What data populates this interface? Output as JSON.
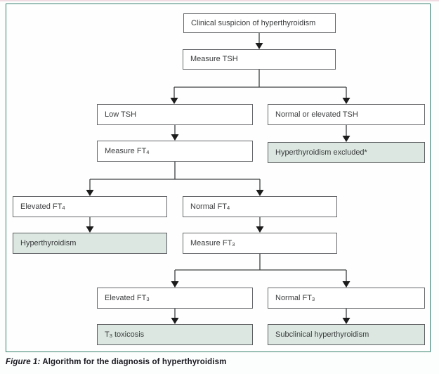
{
  "figure": {
    "caption_label": "Figure 1:",
    "caption_text": " Algorithm for the diagnosis of hyperthyroidism"
  },
  "colors": {
    "panel_border": "#35806c",
    "box_border": "#66676a",
    "shaded_fill": "#dbe7e0",
    "arrow": "#2a2a2a",
    "text": "#3b3c3e",
    "top_strip": "#efdbe1"
  },
  "nodes": [
    {
      "id": "clinical-suspicion",
      "pre": "Clinical suspicion of hyperthyroidism",
      "sub": "",
      "post": "",
      "shaded": false
    },
    {
      "id": "measure-tsh",
      "pre": "Measure TSH",
      "sub": "",
      "post": "",
      "shaded": false
    },
    {
      "id": "low-tsh",
      "pre": "Low TSH",
      "sub": "",
      "post": "",
      "shaded": false
    },
    {
      "id": "normal-elevated-tsh",
      "pre": "Normal or elevated TSH",
      "sub": "",
      "post": "",
      "shaded": false
    },
    {
      "id": "measure-ft4",
      "pre": "Measure FT",
      "sub": "4",
      "post": "",
      "shaded": false
    },
    {
      "id": "hyperthyroidism-excluded",
      "pre": "Hyperthyroidism excluded*",
      "sub": "",
      "post": "",
      "shaded": true
    },
    {
      "id": "elevated-ft4",
      "pre": "Elevated FT",
      "sub": "4",
      "post": "",
      "shaded": false
    },
    {
      "id": "normal-ft4",
      "pre": "Normal FT",
      "sub": "4",
      "post": "",
      "shaded": false
    },
    {
      "id": "hyperthyroidism",
      "pre": "Hyperthyroidism",
      "sub": "",
      "post": "",
      "shaded": true
    },
    {
      "id": "measure-ft3",
      "pre": "Measure FT",
      "sub": "3",
      "post": "",
      "shaded": false
    },
    {
      "id": "elevated-ft3",
      "pre": "Elevated FT",
      "sub": "3",
      "post": "",
      "shaded": false
    },
    {
      "id": "normal-ft3",
      "pre": "Normal FT",
      "sub": "3",
      "post": "",
      "shaded": false
    },
    {
      "id": "t3-toxicosis",
      "pre": "T",
      "sub": "3",
      "post": " toxicosis",
      "shaded": true
    },
    {
      "id": "subclinical",
      "pre": "Subclinical hyperthyroidism",
      "sub": "",
      "post": "",
      "shaded": true
    }
  ]
}
